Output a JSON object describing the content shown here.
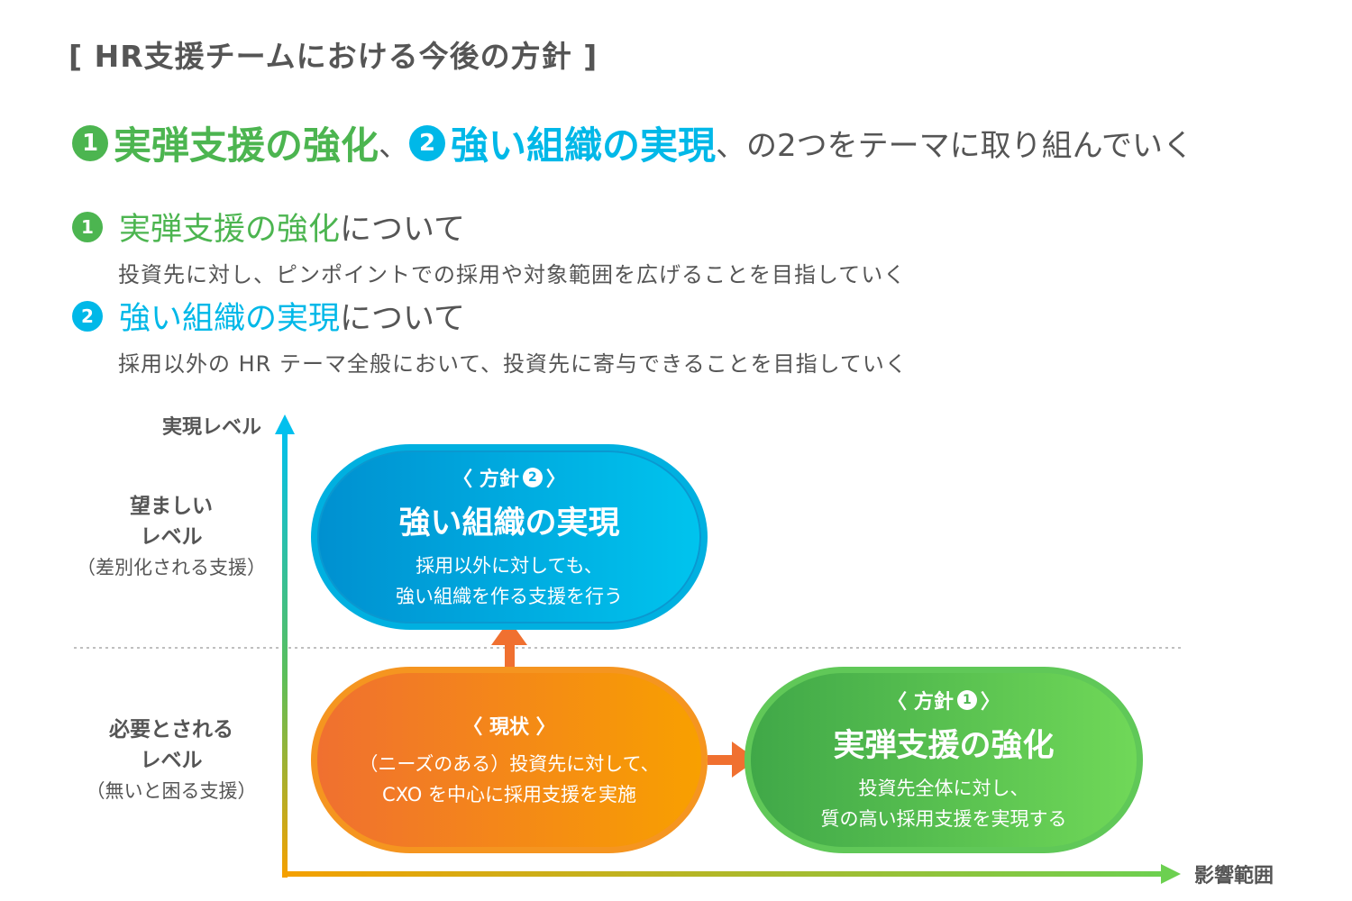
{
  "title": "[ HR支援チームにおける今後の方針 ]",
  "headline": {
    "n1": "1",
    "t1": "実弾支援の強化",
    "sep": "、",
    "n2": "2",
    "t2": "強い組織の実現",
    "rest": "、の2つをテーマに取り組んでいく"
  },
  "items": [
    {
      "num": "1",
      "title": "実弾支援の強化",
      "suffix": "について",
      "desc": "投資先に対し、ピンポイントでの採用や対象範囲を広げることを目指していく"
    },
    {
      "num": "2",
      "title": "強い組織の実現",
      "suffix": "について",
      "desc": "採用以外の HR テーマ全般において、投資先に寄与できることを目指していく"
    }
  ],
  "diagram": {
    "y_axis": "実現レベル",
    "x_axis": "影響範囲",
    "upper": {
      "l1": "望ましい",
      "l2": "レベル",
      "l3": "（差別化される支援）"
    },
    "lower": {
      "l1": "必要とされる",
      "l2": "レベル",
      "l3": "（無いと困る支援）"
    },
    "blue": {
      "pre": "〈 方針",
      "num": "2",
      "post": "〉",
      "title": "強い組織の実現",
      "d1": "採用以外に対しても、",
      "d2": "強い組織を作る支援を行う"
    },
    "orange": {
      "kicker": "〈 現状 〉",
      "d1": "（ニーズのある）投資先に対して、",
      "d2": "CXO を中心に採用支援を実施"
    },
    "green": {
      "pre": "〈 方針",
      "num": "1",
      "post": "〉",
      "title": "実弾支援の強化",
      "d1": "投資先全体に対し、",
      "d2": "質の高い採用支援を実現する"
    }
  },
  "colors": {
    "green": "#4cb550",
    "cyan": "#00b8e8",
    "orange": "#f08030",
    "text": "#555555"
  }
}
